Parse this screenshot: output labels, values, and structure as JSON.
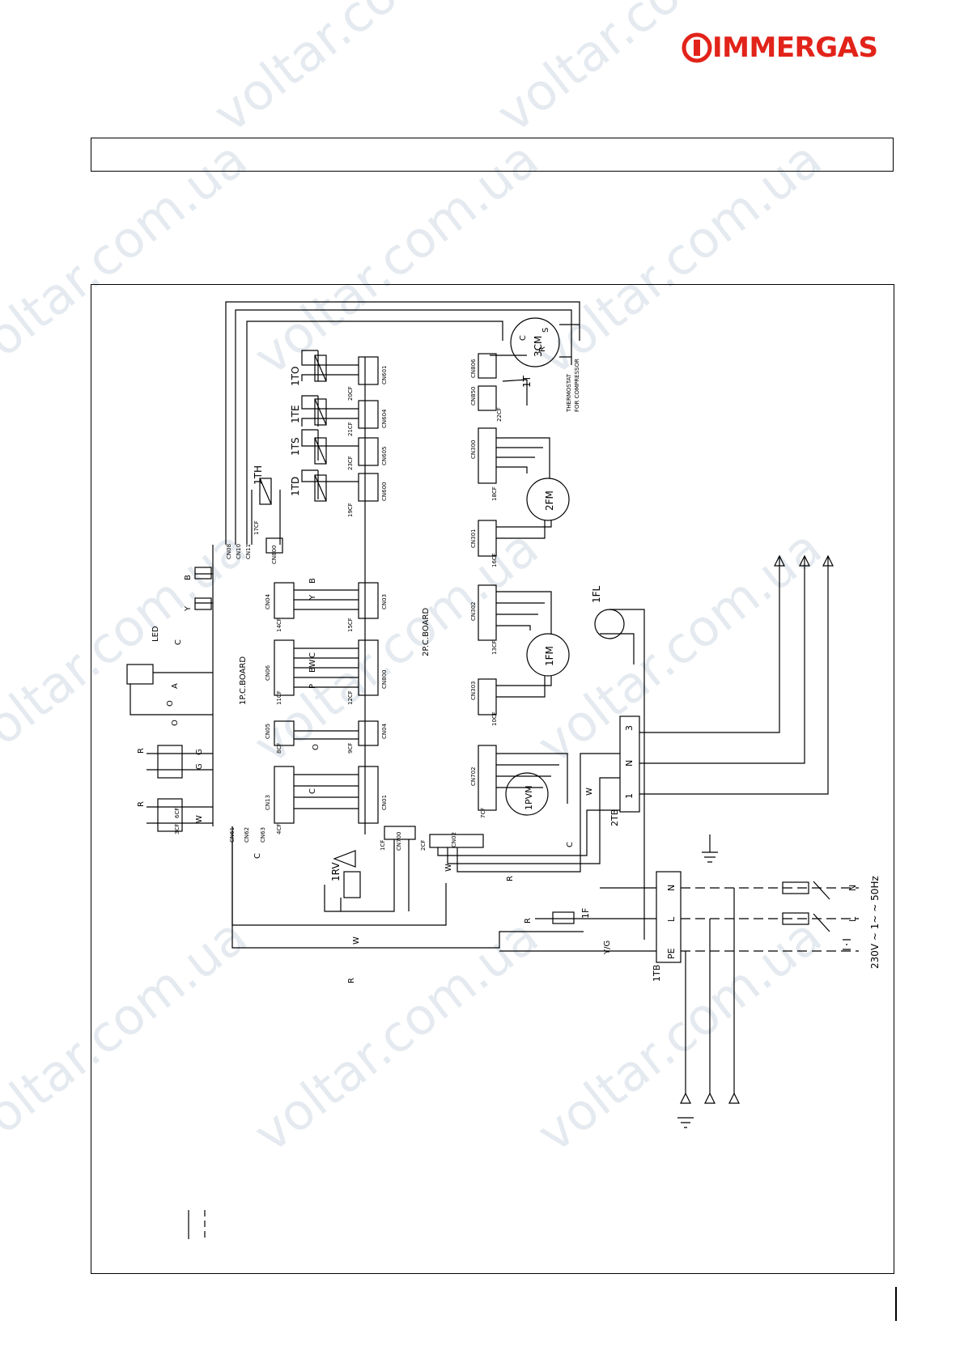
{
  "brand": {
    "name": "IMMERGAS",
    "color": "#e2231a"
  },
  "watermark": {
    "text": "voltar.com.ua"
  },
  "diagram": {
    "boards": {
      "board1": "1P.C.BOARD",
      "board2": "2P.C.BOARD"
    },
    "wire_colors": [
      "B",
      "Y",
      "O",
      "A",
      "C",
      "R",
      "G",
      "W",
      "P",
      "BW",
      "Y/G"
    ],
    "components": {
      "compressor": "3CM",
      "compressor_terminals": [
        "C",
        "R",
        "S"
      ],
      "thermostat": "1T",
      "thermostat_label_line1": "THERMOSTAT",
      "thermostat_label_line2": "FOR COMPRESSOR",
      "fan_motor_2": "2FM",
      "fan_motor_1": "1FM",
      "pump_motor": "1PVM",
      "float_switch": "1FL",
      "reversing_valve": "1RV",
      "fuse": "1F",
      "sensors": [
        "1TO",
        "1TE",
        "1TS",
        "1TD",
        "1TH"
      ],
      "terminal_block_2": "2TB",
      "terminal_block_1": "1TB",
      "led": "LED"
    },
    "connectors_board2": [
      "CN601",
      "CN604",
      "CN605",
      "CN600",
      "CN03",
      "CN800",
      "CN04",
      "CN01",
      "CN700",
      "CN02"
    ],
    "connectors_board1": [
      "CN04",
      "CN06",
      "CN05",
      "CN13",
      "CN08",
      "CN10",
      "CN11",
      "CN61",
      "CN62",
      "CN63",
      "CN800"
    ],
    "connectors_power": [
      "CN806",
      "CN850",
      "CN300",
      "CN301",
      "CN302",
      "CN303",
      "CN702"
    ],
    "cf_labels": [
      "20CF",
      "21CF",
      "22CF",
      "23CF",
      "19CF",
      "18CF",
      "17CF",
      "16CF",
      "15CF",
      "14CF",
      "13CF",
      "12CF",
      "11CF",
      "10CF",
      "9CF",
      "8CF",
      "7CF",
      "6CF",
      "4CF",
      "3CF",
      "2CF",
      "1CF"
    ],
    "tb2_terminals": [
      "3",
      "N",
      "1"
    ],
    "tb1_terminals": [
      "N",
      "L",
      "PE"
    ],
    "supply_label": "230V ~ 1~ ~ 50Hz",
    "supply_lines": [
      "N",
      "L"
    ]
  }
}
